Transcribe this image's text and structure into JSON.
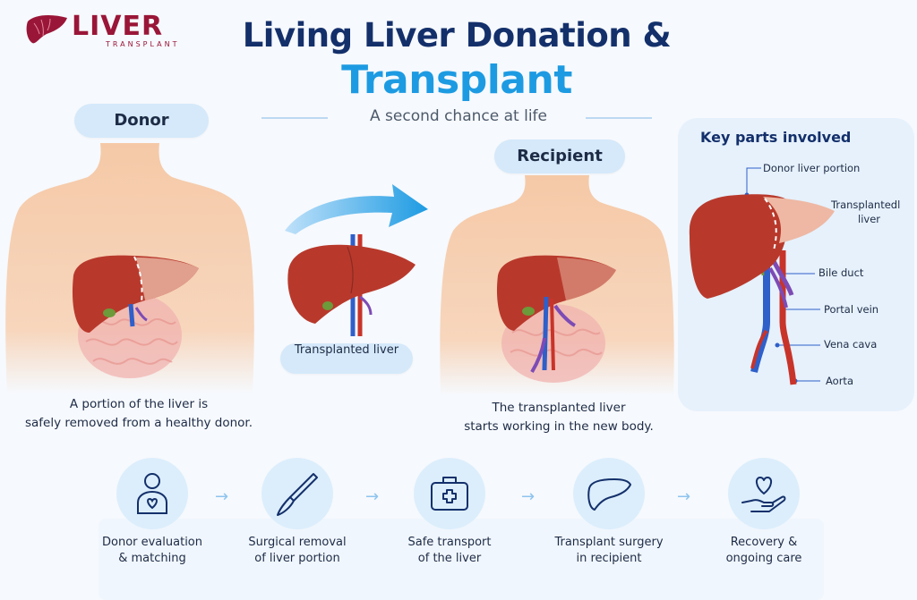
{
  "logo": {
    "word": "LIVER",
    "sub": "TRANSPLANT",
    "icon": "liver-logo-icon"
  },
  "title": {
    "line1": "Living Liver Donation &",
    "line2": "Transplant"
  },
  "subtitle": "A second chance at life",
  "donor": {
    "pill": "Donor",
    "caption_line1": "A portion of the liver is",
    "caption_line2": "safely removed from a healthy donor."
  },
  "transfer": {
    "label": "Transplanted liver"
  },
  "recipient": {
    "pill": "Recipient",
    "caption_line1": "The transplanted liver",
    "caption_line2": "starts working in the new body."
  },
  "key_parts": {
    "title": "Key parts involved",
    "donor_portion": "Donor liver portion",
    "transplanted_line1": "Transplantedl",
    "transplanted_line2": "liver",
    "bile_duct": "Bile duct",
    "portal_vein": "Portal vein",
    "vena_cava": "Vena cava",
    "aorta": "Aorta"
  },
  "steps": [
    {
      "icon": "person-heart-icon",
      "line1": "Donor evaluation",
      "line2": "& matching"
    },
    {
      "icon": "scalpel-icon",
      "line1": "Surgical removal",
      "line2": "of liver portion"
    },
    {
      "icon": "medical-kit-icon",
      "line1": "Safe transport",
      "line2": "of the liver"
    },
    {
      "icon": "liver-icon",
      "line1": "Transplant surgery",
      "line2": "in recipient"
    },
    {
      "icon": "hand-heart-icon",
      "line1": "Recovery &",
      "line2": "ongoing care"
    }
  ],
  "colors": {
    "navy": "#14306b",
    "accent_blue": "#1d9be2",
    "brand_red": "#9a1638",
    "liver": "#b8392c",
    "pill_bg": "#d5e9fa",
    "vein_blue": "#2f5fc9",
    "artery_red": "#c8342a"
  }
}
